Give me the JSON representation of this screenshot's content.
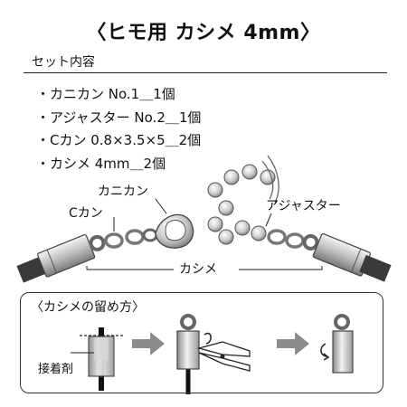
{
  "header": {
    "title": "〈ヒモ用 カシメ 4mm〉"
  },
  "contents": {
    "label": "セット内容",
    "items": [
      "・カニカン No.1＿1個",
      "・アジャスター No.2＿1個",
      "・Cカン 0.8×3.5×5＿2個",
      "・カシメ 4mm＿2個"
    ]
  },
  "diagram": {
    "labels": {
      "lobster_clasp": "カニカン",
      "jump_ring": "Cカン",
      "adjuster": "アジャスター",
      "crimp": "カシメ"
    }
  },
  "steps": {
    "title": "〈カシメの留め方〉",
    "glue_label": "接着剤"
  },
  "colors": {
    "metal_light": "#e6e6e6",
    "metal_mid": "#a8a8a8",
    "metal_dark": "#555555",
    "cord": "#3a3a3a",
    "arrow": "#8c8c8c"
  }
}
